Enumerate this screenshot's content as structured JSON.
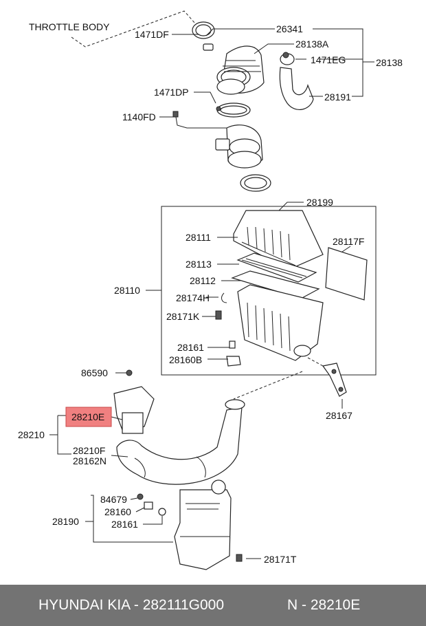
{
  "labels": {
    "throttle_body": "THROTTLE BODY",
    "p1471DF": "1471DF",
    "p26341": "26341",
    "p28138A": "28138A",
    "p1471EG": "1471EG",
    "p28138": "28138",
    "p28191": "28191",
    "p1471DP": "1471DP",
    "p1140FD": "1140FD",
    "p28199": "28199",
    "p28111": "28111",
    "p28117F": "28117F",
    "p28113": "28113",
    "p28112": "28112",
    "p28110": "28110",
    "p28174H": "28174H",
    "p28171K": "28171K",
    "p28161a": "28161",
    "p28160B": "28160B",
    "p86590": "86590",
    "p28210E": "28210E",
    "p28210": "28210",
    "p28210F": "28210F",
    "p28162N": "28162N",
    "p28167": "28167",
    "p84679": "84679",
    "p28160": "28160",
    "p28190": "28190",
    "p28161b": "28161",
    "p28171T": "28171T"
  },
  "highlight": {
    "part": "28210E",
    "color": "#f08080"
  },
  "footer": {
    "brand": "HYUNDAI  KIA - 282111G000",
    "ref": "N - 28210E",
    "bg_color": "#737373"
  }
}
